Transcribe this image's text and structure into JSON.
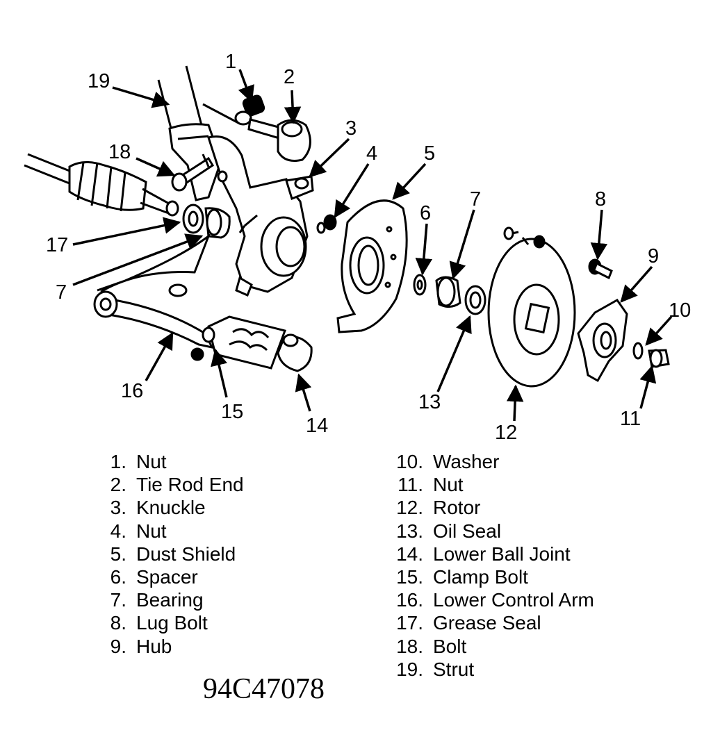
{
  "callouts": [
    "1",
    "2",
    "3",
    "4",
    "5",
    "6",
    "7",
    "8",
    "9",
    "10",
    "11",
    "12",
    "13",
    "14",
    "15",
    "16",
    "17",
    "7",
    "18",
    "19"
  ],
  "legend": {
    "left": [
      {
        "num": "1.",
        "name": "Nut"
      },
      {
        "num": "2.",
        "name": "Tie Rod End"
      },
      {
        "num": "3.",
        "name": "Knuckle"
      },
      {
        "num": "4.",
        "name": "Nut"
      },
      {
        "num": "5.",
        "name": "Dust Shield"
      },
      {
        "num": "6.",
        "name": "Spacer"
      },
      {
        "num": "7.",
        "name": "Bearing"
      },
      {
        "num": "8.",
        "name": "Lug Bolt"
      },
      {
        "num": "9.",
        "name": "Hub"
      }
    ],
    "right": [
      {
        "num": "10.",
        "name": "Washer"
      },
      {
        "num": "11.",
        "name": "Nut"
      },
      {
        "num": "12.",
        "name": "Rotor"
      },
      {
        "num": "13.",
        "name": "Oil Seal"
      },
      {
        "num": "14.",
        "name": "Lower Ball Joint"
      },
      {
        "num": "15.",
        "name": "Clamp Bolt"
      },
      {
        "num": "16.",
        "name": "Lower Control Arm"
      },
      {
        "num": "17.",
        "name": "Grease Seal"
      },
      {
        "num": "18.",
        "name": "Bolt"
      },
      {
        "num": "19.",
        "name": "Strut"
      }
    ]
  },
  "figure_id": "94C47078"
}
